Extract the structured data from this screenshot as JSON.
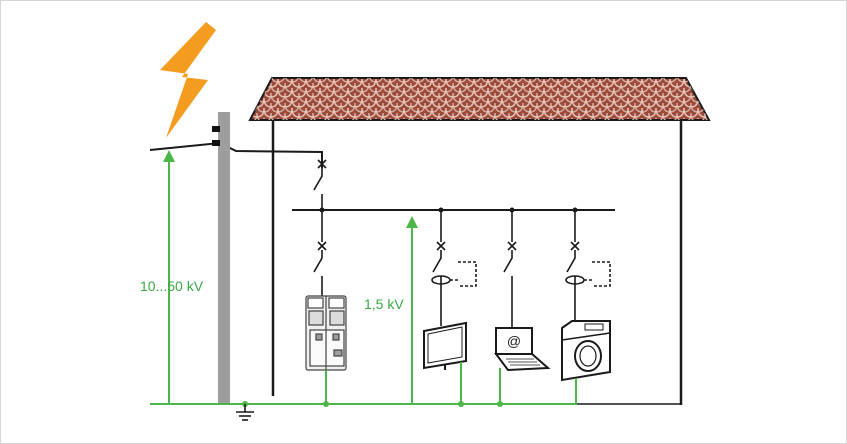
{
  "diagram": {
    "voltage_line_label": "10...50 kV",
    "voltage_protected_label": "1,5 kV",
    "email_symbol": "@",
    "colors": {
      "green": "#4cb748",
      "roof": "#9b4a3b",
      "line": "#1a1a1a",
      "pole": "#9e9e9e",
      "lightning": "#f39c1f"
    },
    "icons": [
      "lightning-bolt-icon",
      "house-roof",
      "utility-pole",
      "surge-protector-icon",
      "monitor-icon",
      "laptop-icon",
      "washing-machine-icon",
      "ground-icon"
    ]
  }
}
